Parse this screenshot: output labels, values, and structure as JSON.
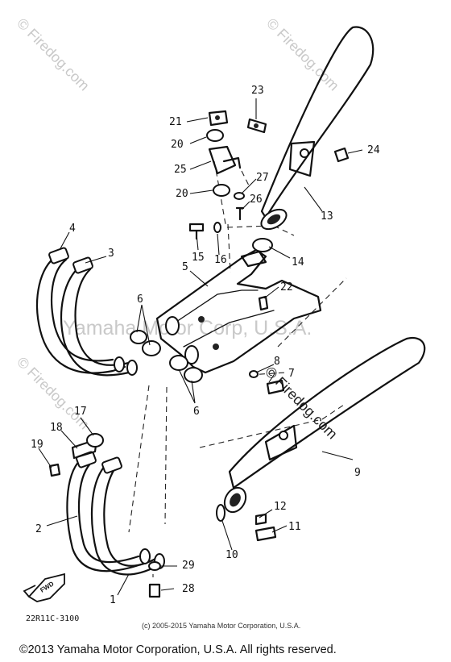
{
  "watermarks": {
    "corporate": "Yamaha Motor Corp, U.S.A.",
    "site": "© Firedog.com"
  },
  "callouts": [
    "1",
    "2",
    "3",
    "4",
    "5",
    "6",
    "6",
    "7",
    "8",
    "9",
    "10",
    "11",
    "12",
    "13",
    "14",
    "15",
    "16",
    "17",
    "18",
    "19",
    "20",
    "20",
    "21",
    "22",
    "23",
    "24",
    "25",
    "26",
    "27",
    "28",
    "29"
  ],
  "diagram_code": "22R11C-3100",
  "fwd_label": "FWD",
  "copyright_small": "(c) 2005-2015 Yamaha Motor Corporation, U.S.A.",
  "copyright_footer": "©2013 Yamaha Motor Corporation, U.S.A. All rights reserved."
}
